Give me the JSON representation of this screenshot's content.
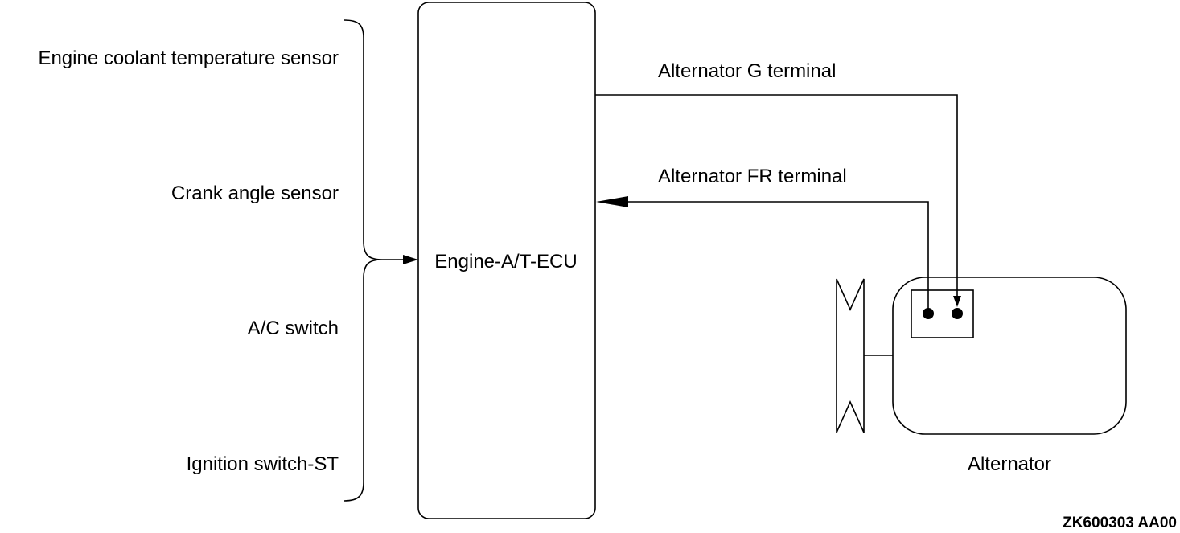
{
  "inputs": [
    {
      "label": "Engine coolant temperature sensor"
    },
    {
      "label": "Crank angle sensor"
    },
    {
      "label": "A/C switch"
    },
    {
      "label": "Ignition switch-ST"
    }
  ],
  "ecu": {
    "label": "Engine-A/T-ECU"
  },
  "signals": {
    "g_terminal": "Alternator G terminal",
    "fr_terminal": "Alternator FR terminal"
  },
  "alternator": {
    "label": "Alternator"
  },
  "figure_code": "ZK600303 AA00"
}
